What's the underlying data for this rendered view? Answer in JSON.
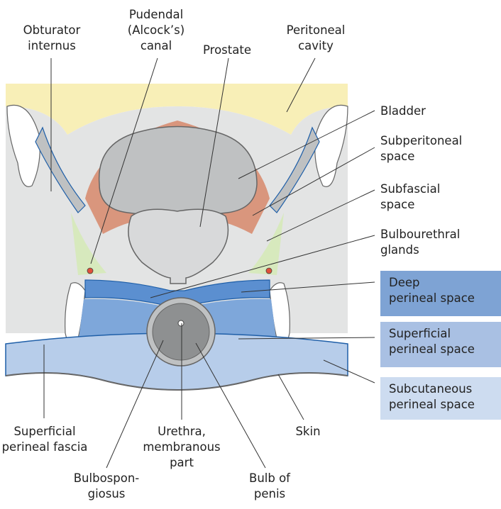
{
  "labels": {
    "obturator_internus": "Obturator\ninternus",
    "pudendal_canal": "Pudendal\n(Alcock’s)\ncanal",
    "prostate": "Prostate",
    "peritoneal_cavity": "Peritoneal\ncavity",
    "bladder": "Bladder",
    "subperitoneal_space": "Subperitoneal\nspace",
    "subfascial_space": "Subfascial\nspace",
    "bulbourethral_glands": "Bulbourethral\nglands",
    "superficial_perineal_fascia": "Superficial\nperineal fascia",
    "urethra_membranous": "Urethra,\nmembranous part",
    "skin": "Skin",
    "bulbospongiosus": "Bulbospon-\ngiosus",
    "bulb_of_penis": "Bulb of\npenis"
  },
  "legend": [
    {
      "text": "Deep\nperineal space",
      "color": "#7ea3d4"
    },
    {
      "text": "Superficial\nperineal space",
      "color": "#a9c0e3"
    },
    {
      "text": "Subcutaneous\nperineal space",
      "color": "#cddcf0"
    }
  ],
  "colors": {
    "peritoneal_cavity": "#f8efb7",
    "tissue": "#e3e4e4",
    "organ": "#bfc1c2",
    "subperitoneal": "#d9967d",
    "fascia_line": "#1f5fa8",
    "deep_space": "#5b8fd0",
    "superficial_space": "#7ea7da",
    "subcutaneous_space": "#b7cdea",
    "bulbourethral_area": "#d7e9bd"
  }
}
